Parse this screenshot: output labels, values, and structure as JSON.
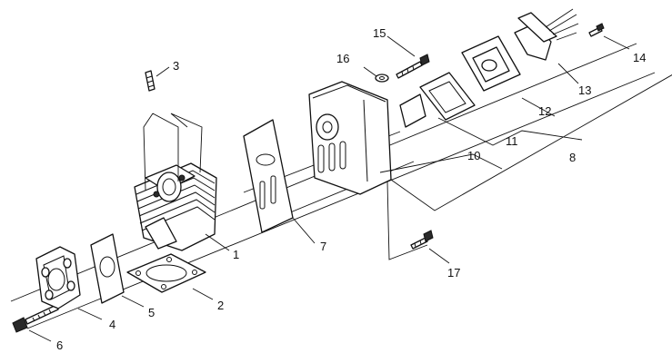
{
  "callouts": {
    "c1": "1",
    "c2": "2",
    "c3": "3",
    "c4": "4",
    "c5": "5",
    "c6": "6",
    "c7": "7",
    "c8": "8",
    "c10": "10",
    "c11": "11",
    "c12": "12",
    "c13": "13",
    "c14": "14",
    "c15": "15",
    "c16": "16",
    "c17": "17"
  }
}
